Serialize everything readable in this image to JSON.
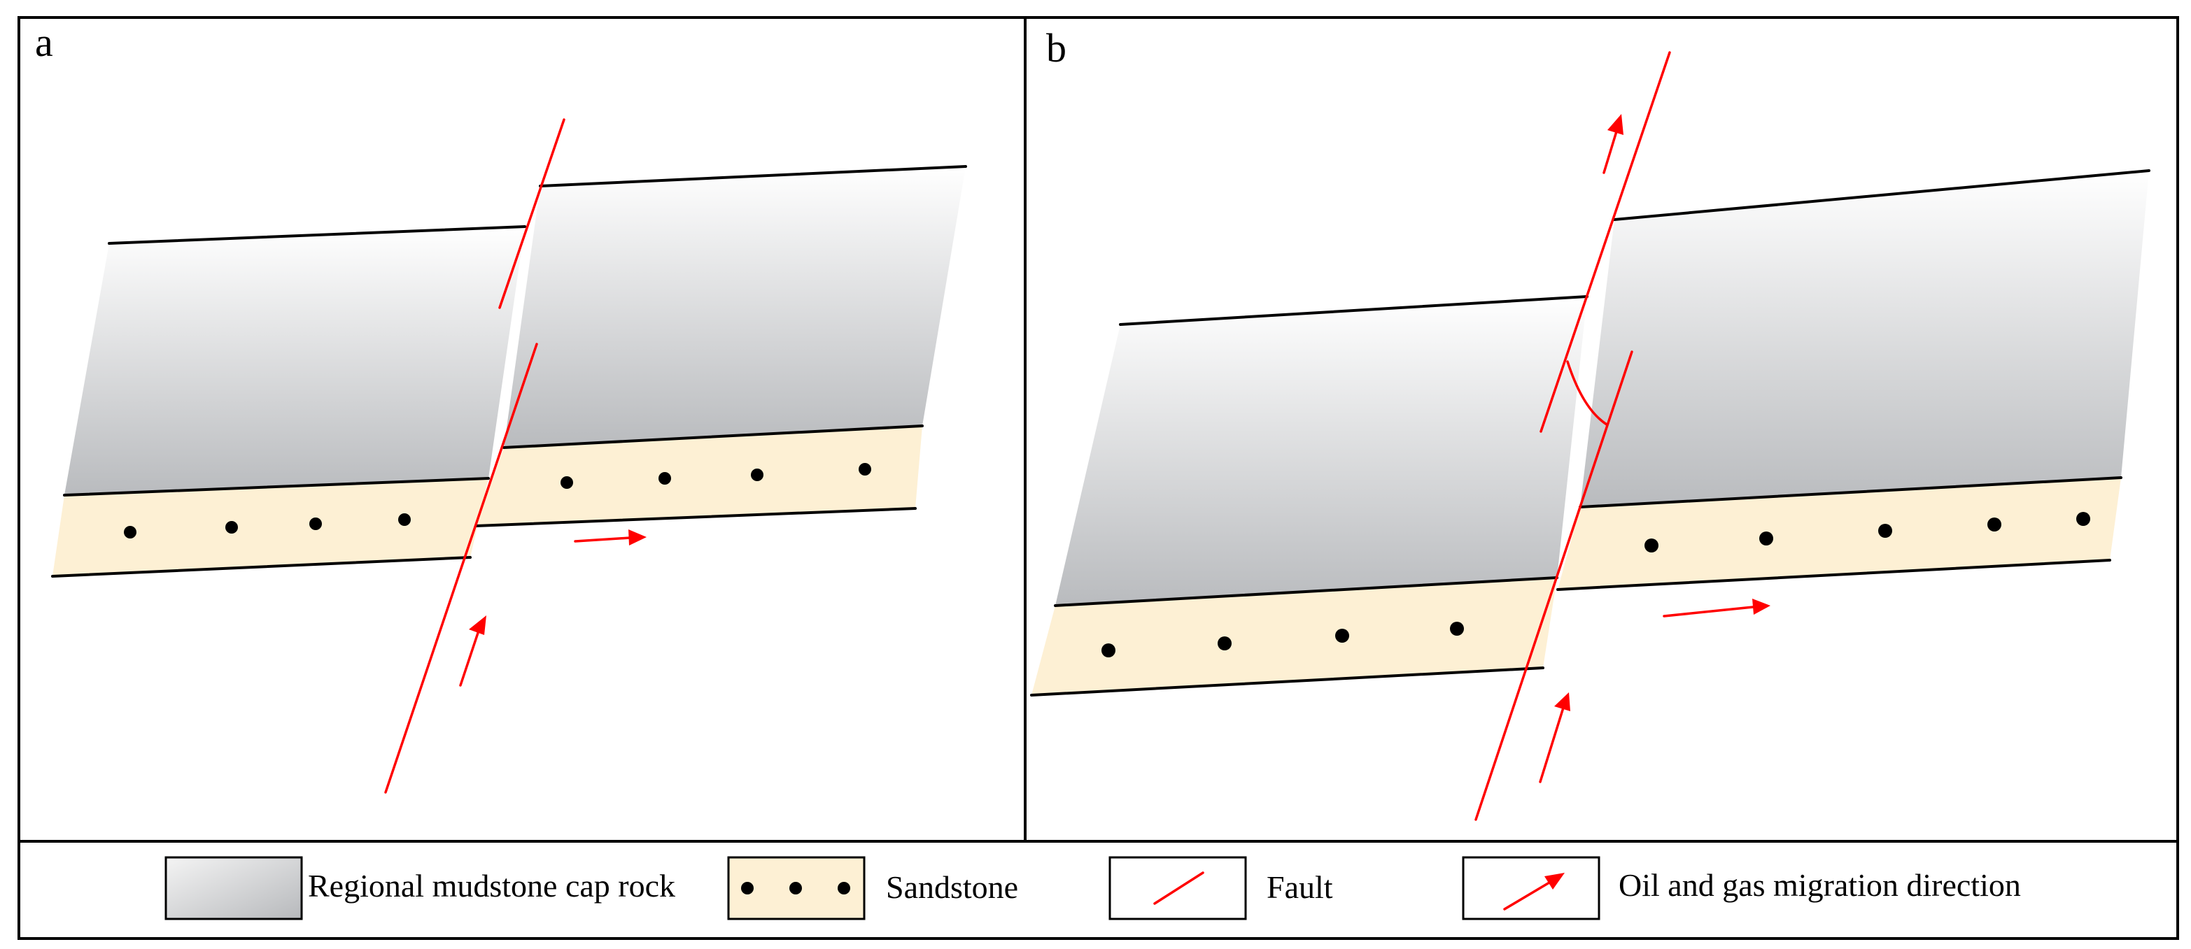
{
  "panels": {
    "a": {
      "label": "a"
    },
    "b": {
      "label": "b"
    }
  },
  "legend": {
    "mudstone": {
      "label": "Regional mudstone cap rock",
      "icon": "gradient-swatch-icon"
    },
    "sandstone": {
      "label": "Sandstone",
      "icon": "dotted-sandstone-swatch-icon"
    },
    "fault": {
      "label": "Fault",
      "icon": "red-line-icon"
    },
    "migration": {
      "label": "Oil and gas migration direction",
      "icon": "red-arrow-icon"
    }
  },
  "colors": {
    "fault": "#ff0000",
    "sandstone": "#fdf0d4",
    "mudstone_top": "#ffffff",
    "mudstone_bottom": "#b9bbbe",
    "outline": "#000000"
  }
}
